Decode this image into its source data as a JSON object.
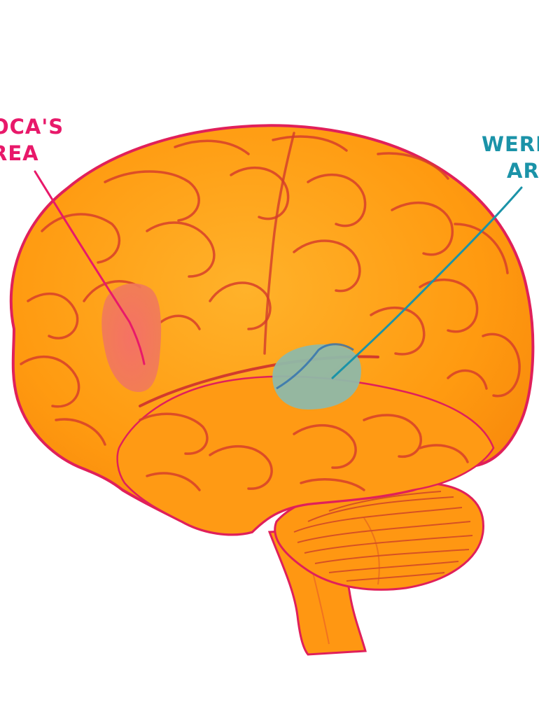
{
  "labels": {
    "broca_line1": "OCA'S",
    "broca_line2": "REA",
    "wernicke_line1": "WERN",
    "wernicke_line2": "ARE"
  },
  "colors": {
    "brain_fill": "#ff9a10",
    "brain_highlight": "#ffb020",
    "brain_outline": "#e0205a",
    "sulcus": "#d23c2c",
    "broca_area": "#f26a6a",
    "broca_label": "#e8196a",
    "wernicke_area": "#8fb8a8",
    "wernicke_label": "#1b93a8",
    "background": "#ffffff"
  }
}
